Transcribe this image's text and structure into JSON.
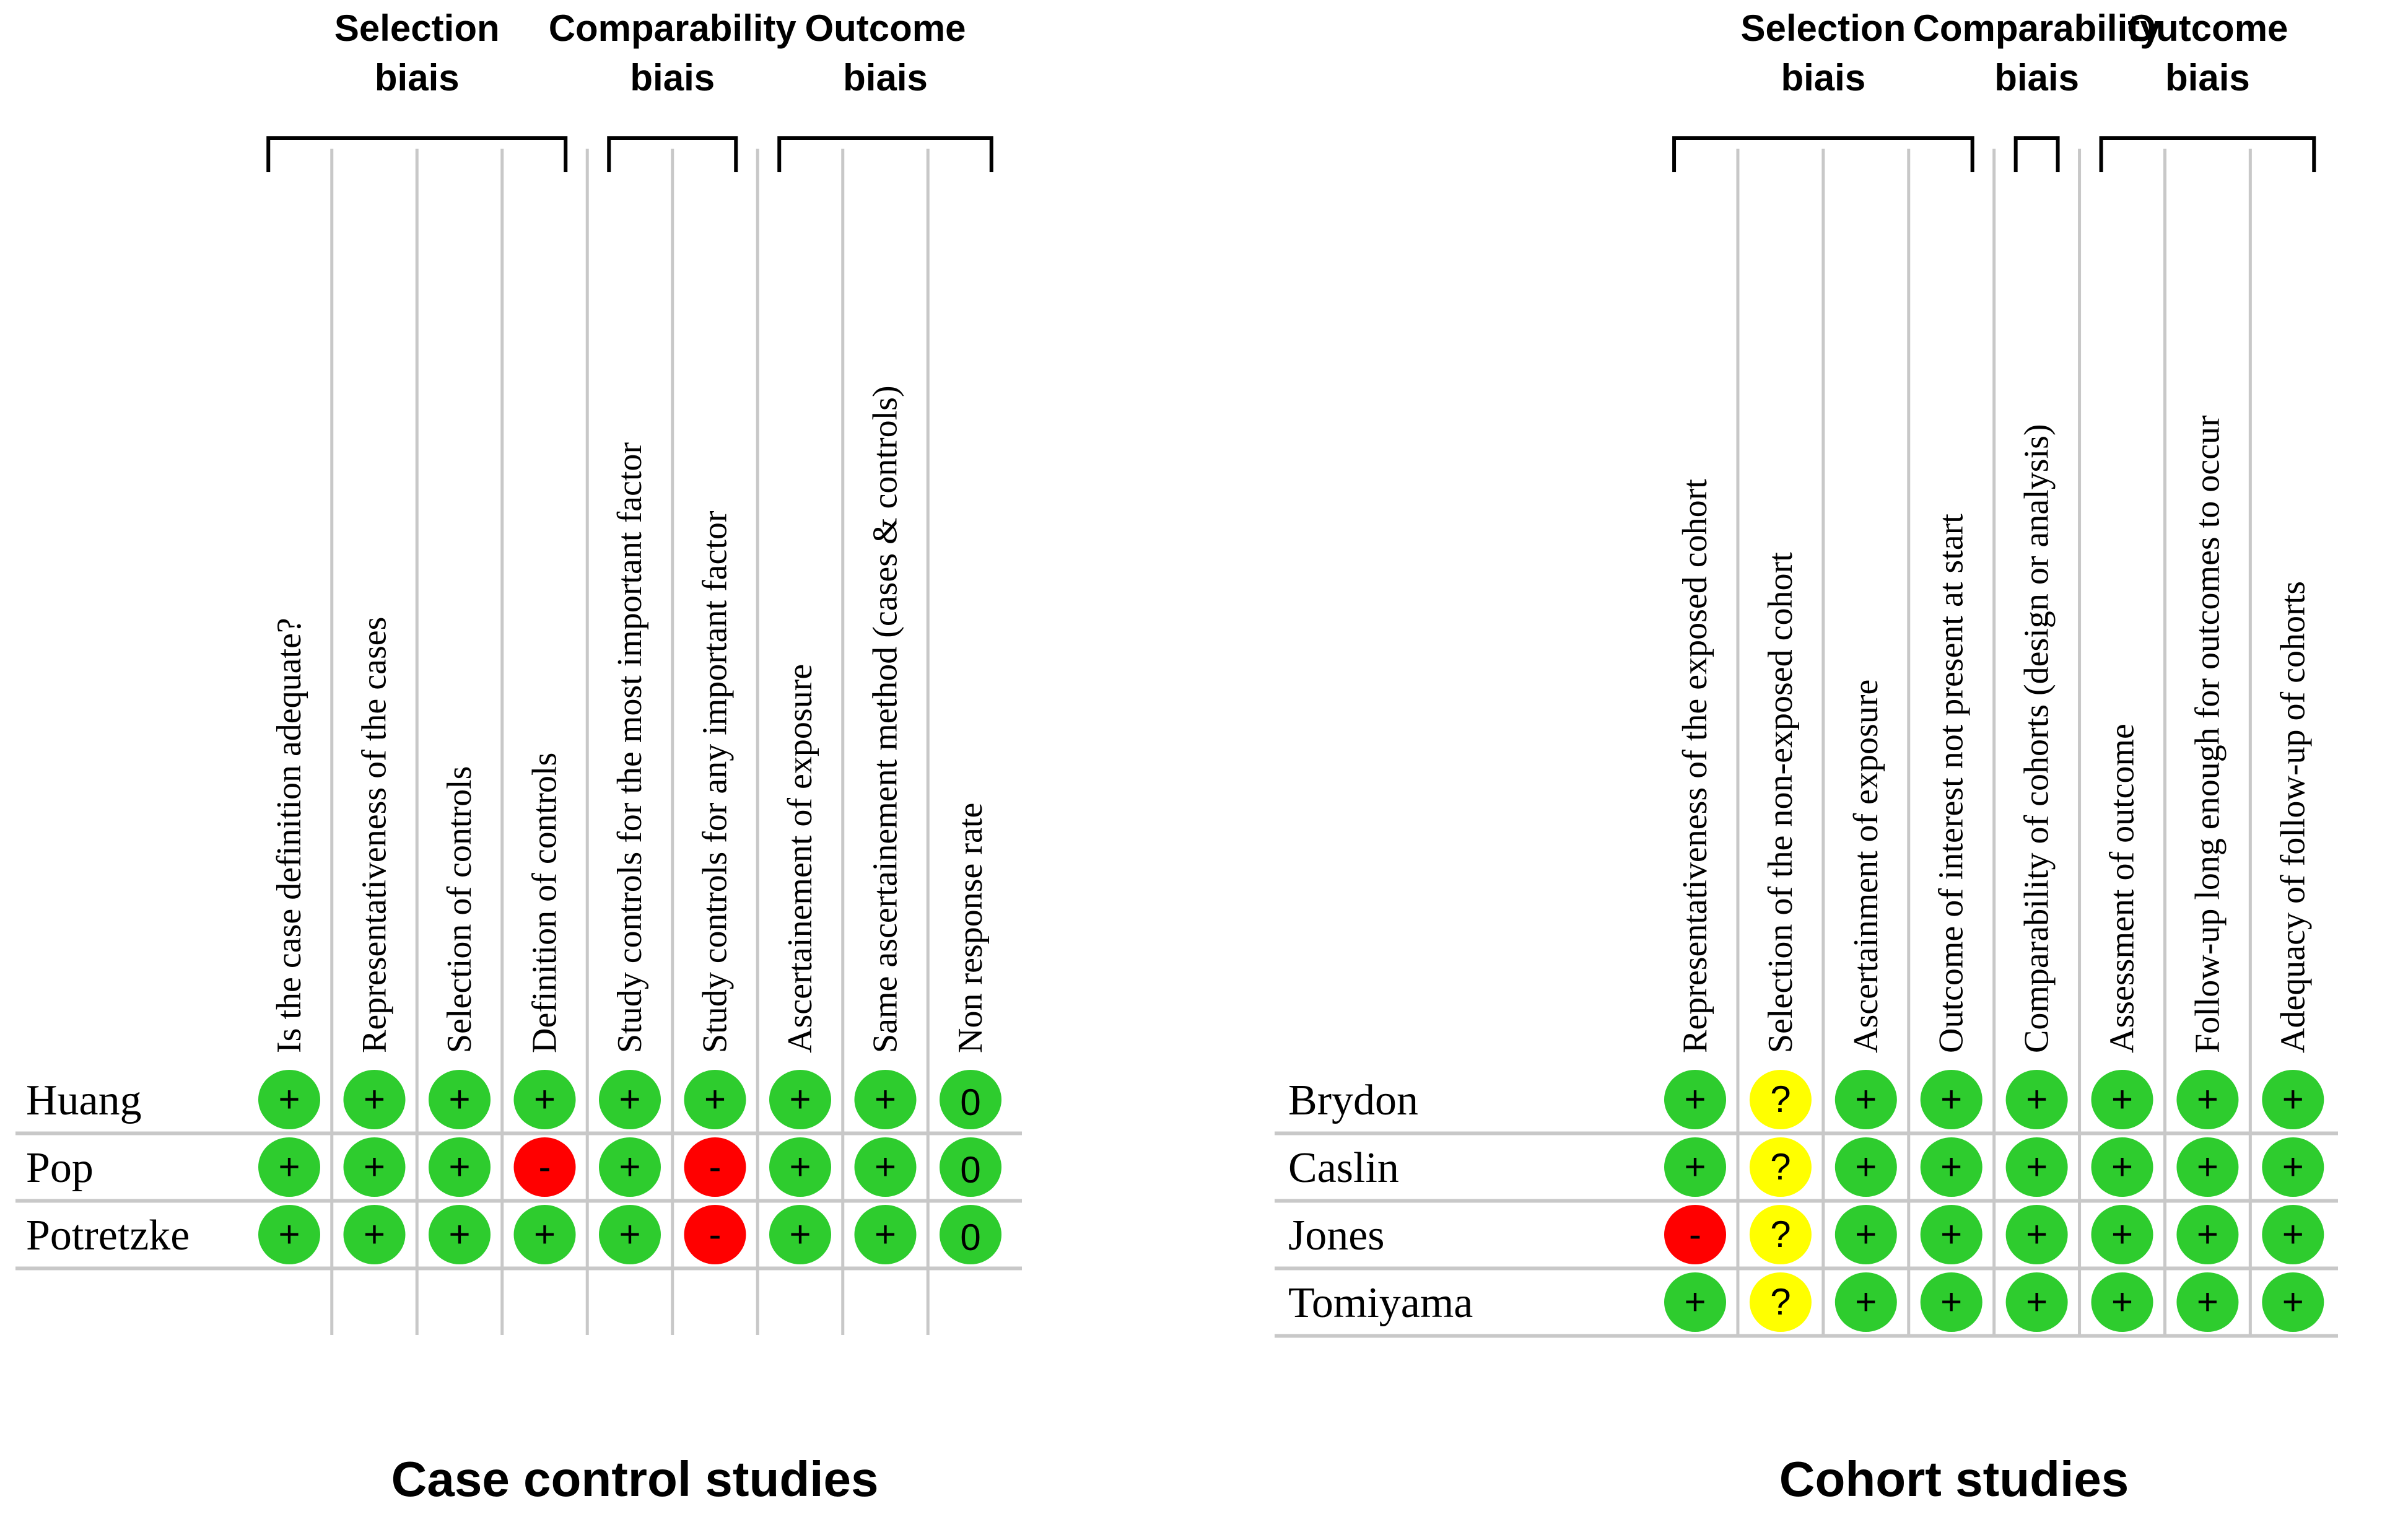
{
  "colors": {
    "positive": "#2ecc2e",
    "negative": "#ff0000",
    "unclear": "#ffff00",
    "neutral": "#2ecc2e",
    "grid": "#c8c8c8",
    "bracket": "#000000"
  },
  "panels": [
    {
      "caption": "Case control studies",
      "groups": [
        {
          "name": [
            "Selection",
            "biais"
          ],
          "start": 0,
          "end": 3
        },
        {
          "name": [
            "Comparability",
            "biais"
          ],
          "start": 4,
          "end": 5
        },
        {
          "name": [
            "Outcome",
            "biais"
          ],
          "start": 6,
          "end": 8
        }
      ],
      "columns": [
        "Is the case definition adequate?",
        "Representativeness of the cases",
        "Selection of controls",
        "Definition of controls",
        "Study controls for the most important factor",
        "Study controls for any important factor",
        "Ascertainement of exposure",
        "Same ascertainement method (cases & controls)",
        "Non response rate"
      ],
      "rows": [
        {
          "study": "Huang",
          "ratings": [
            "+",
            "+",
            "+",
            "+",
            "+",
            "+",
            "+",
            "+",
            "0"
          ]
        },
        {
          "study": "Pop",
          "ratings": [
            "+",
            "+",
            "+",
            "-",
            "+",
            "-",
            "+",
            "+",
            "0"
          ]
        },
        {
          "study": "Potretzke",
          "ratings": [
            "+",
            "+",
            "+",
            "+",
            "+",
            "-",
            "+",
            "+",
            "0"
          ]
        }
      ]
    },
    {
      "caption": "Cohort studies",
      "groups": [
        {
          "name": [
            "Selection",
            "biais"
          ],
          "start": 0,
          "end": 3
        },
        {
          "name": [
            "Comparability",
            "biais"
          ],
          "start": 4,
          "end": 4
        },
        {
          "name": [
            "Outcome",
            "biais"
          ],
          "start": 5,
          "end": 7
        }
      ],
      "columns": [
        "Representativeness of the exposed cohort",
        "Selection of the non-exposed cohort",
        "Ascertainment of exposure",
        "Outcome of interest not present at start",
        "Comparability of cohorts (design or analysis)",
        "Assessment of outcome",
        "Follow-up long enough for outcomes to occur",
        "Adequacy of follow-up of cohorts"
      ],
      "rows": [
        {
          "study": "Brydon",
          "ratings": [
            "+",
            "?",
            "+",
            "+",
            "+",
            "+",
            "+",
            "+"
          ]
        },
        {
          "study": "Caslin",
          "ratings": [
            "+",
            "?",
            "+",
            "+",
            "+",
            "+",
            "+",
            "+"
          ]
        },
        {
          "study": "Jones",
          "ratings": [
            "-",
            "?",
            "+",
            "+",
            "+",
            "+",
            "+",
            "+"
          ]
        },
        {
          "study": "Tomiyama",
          "ratings": [
            "+",
            "?",
            "+",
            "+",
            "+",
            "+",
            "+",
            "+"
          ]
        }
      ]
    }
  ]
}
